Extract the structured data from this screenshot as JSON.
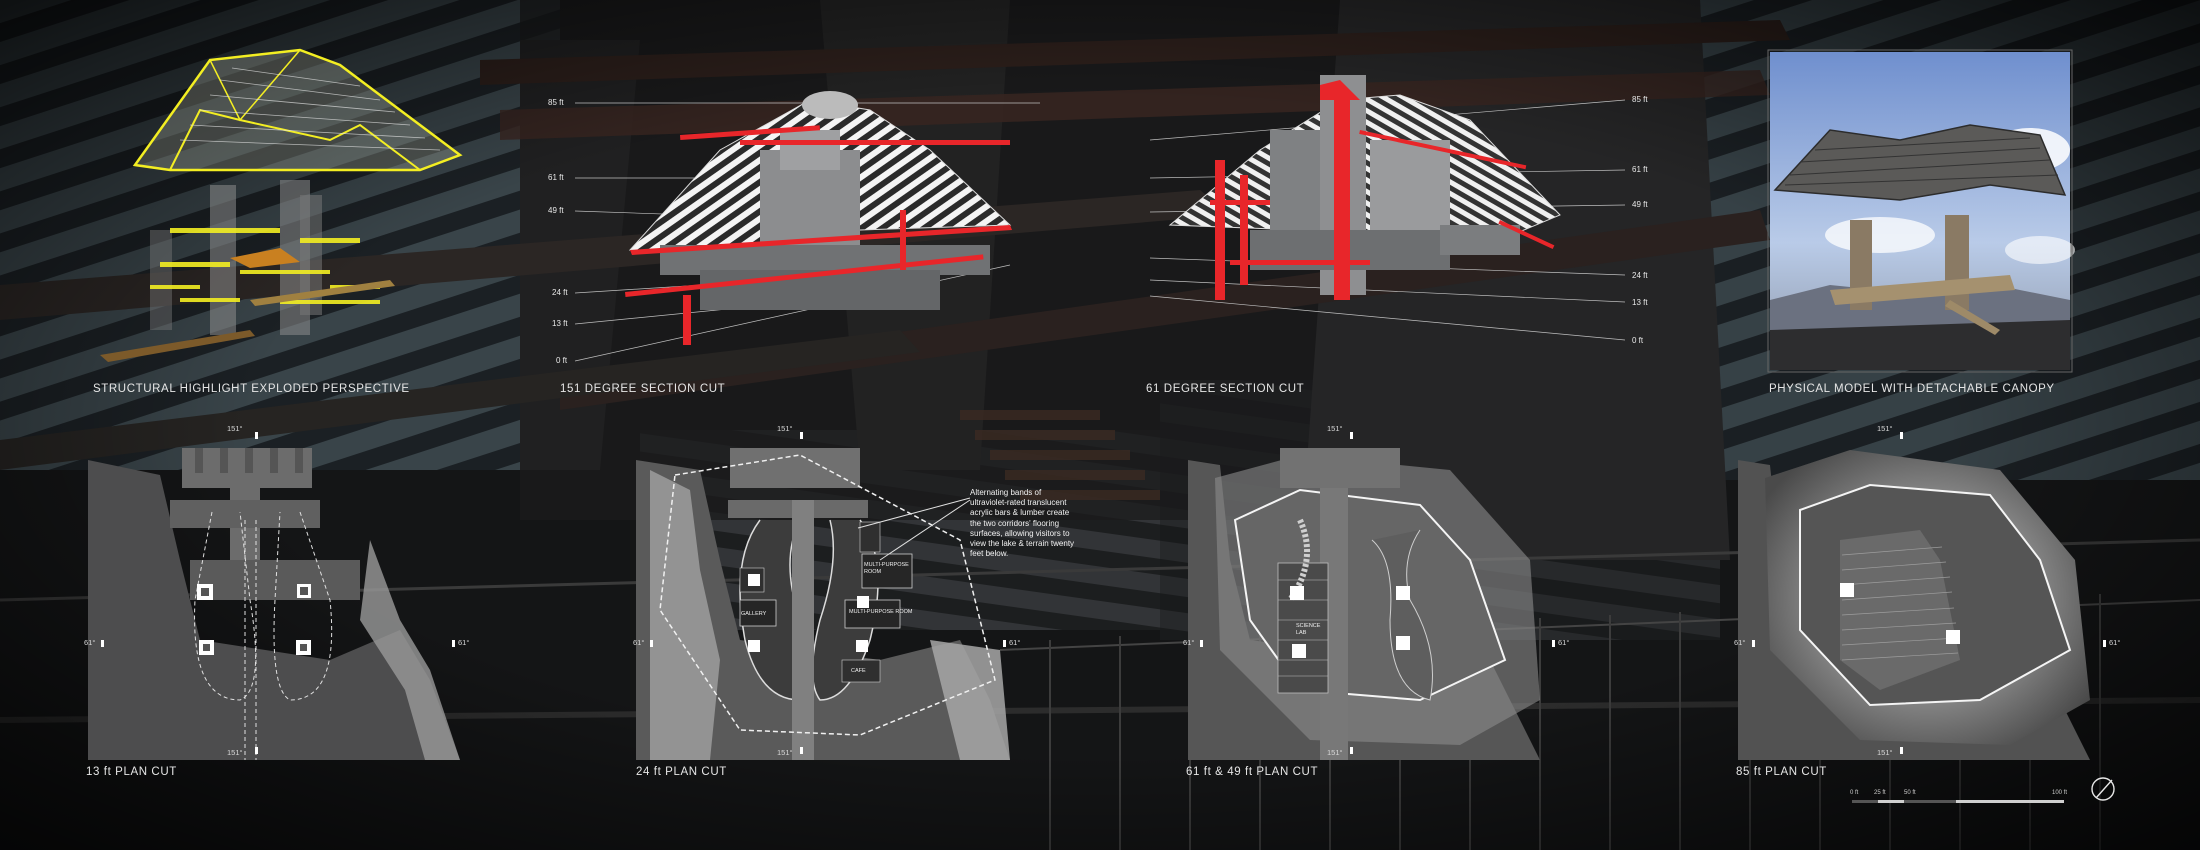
{
  "captions": {
    "structural": "STRUCTURAL HIGHLIGHT EXPLODED PERSPECTIVE",
    "section151": "151 DEGREE SECTION CUT",
    "section61": "61 DEGREE SECTION CUT",
    "model": "PHYSICAL MODEL WITH DETACHABLE CANOPY",
    "plan13": "13 ft PLAN CUT",
    "plan24": "24 ft PLAN CUT",
    "plan61_49": "61 ft & 49 ft PLAN CUT",
    "plan85": "85 ft PLAN CUT"
  },
  "levels": {
    "ft85": "85 ft",
    "ft61": "61 ft",
    "ft49": "49 ft",
    "ft24": "24 ft",
    "ft13": "13 ft",
    "ft0": "0 ft"
  },
  "tags": {
    "deg151": "151°",
    "deg61": "61°"
  },
  "rooms": {
    "gallery": "GALLERY",
    "multi_purpose_room": "MULTI-PURPOSE ROOM",
    "multi_purpose_room_2": "MULTI-PURPOSE ROOM",
    "cafe": "CAFE",
    "science_lab": "SCIENCE LAB"
  },
  "annotation": "Alternating bands of ultraviolet-rated translucent acrylic bars & lumber create the two corridors' flooring surfaces, allowing visitors to view the lake & terrain twenty feet below.",
  "scale_bar": [
    "0 ft",
    "25 ft",
    "50 ft",
    "100 ft"
  ],
  "colors": {
    "structure_highlight": "#f3ee22",
    "section_cut": "#e8262a",
    "background": "#131314",
    "sky": "#8ea8d8"
  }
}
